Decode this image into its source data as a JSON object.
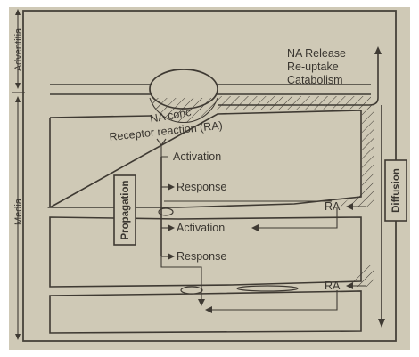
{
  "layers": {
    "adventitia": "Adventitia",
    "media": "Media"
  },
  "nerve_notes": {
    "line1": "NA Release",
    "line2": "Re-uptake",
    "line3": "Catabolism"
  },
  "receptor": {
    "na_conc": "NA conc",
    "reaction": "Receptor reaction (RA)"
  },
  "chain": {
    "activation_1": "Activation",
    "response_1": "Response",
    "activation_2": "Activation",
    "response_2": "Response"
  },
  "side_boxes": {
    "propagation": "Propagation",
    "diffusion": "Diffusion"
  },
  "ra_labels": {
    "upper": "RA",
    "lower": "RA"
  },
  "colors": {
    "background": "#cfc9b6",
    "ink": "#3f3a33"
  }
}
